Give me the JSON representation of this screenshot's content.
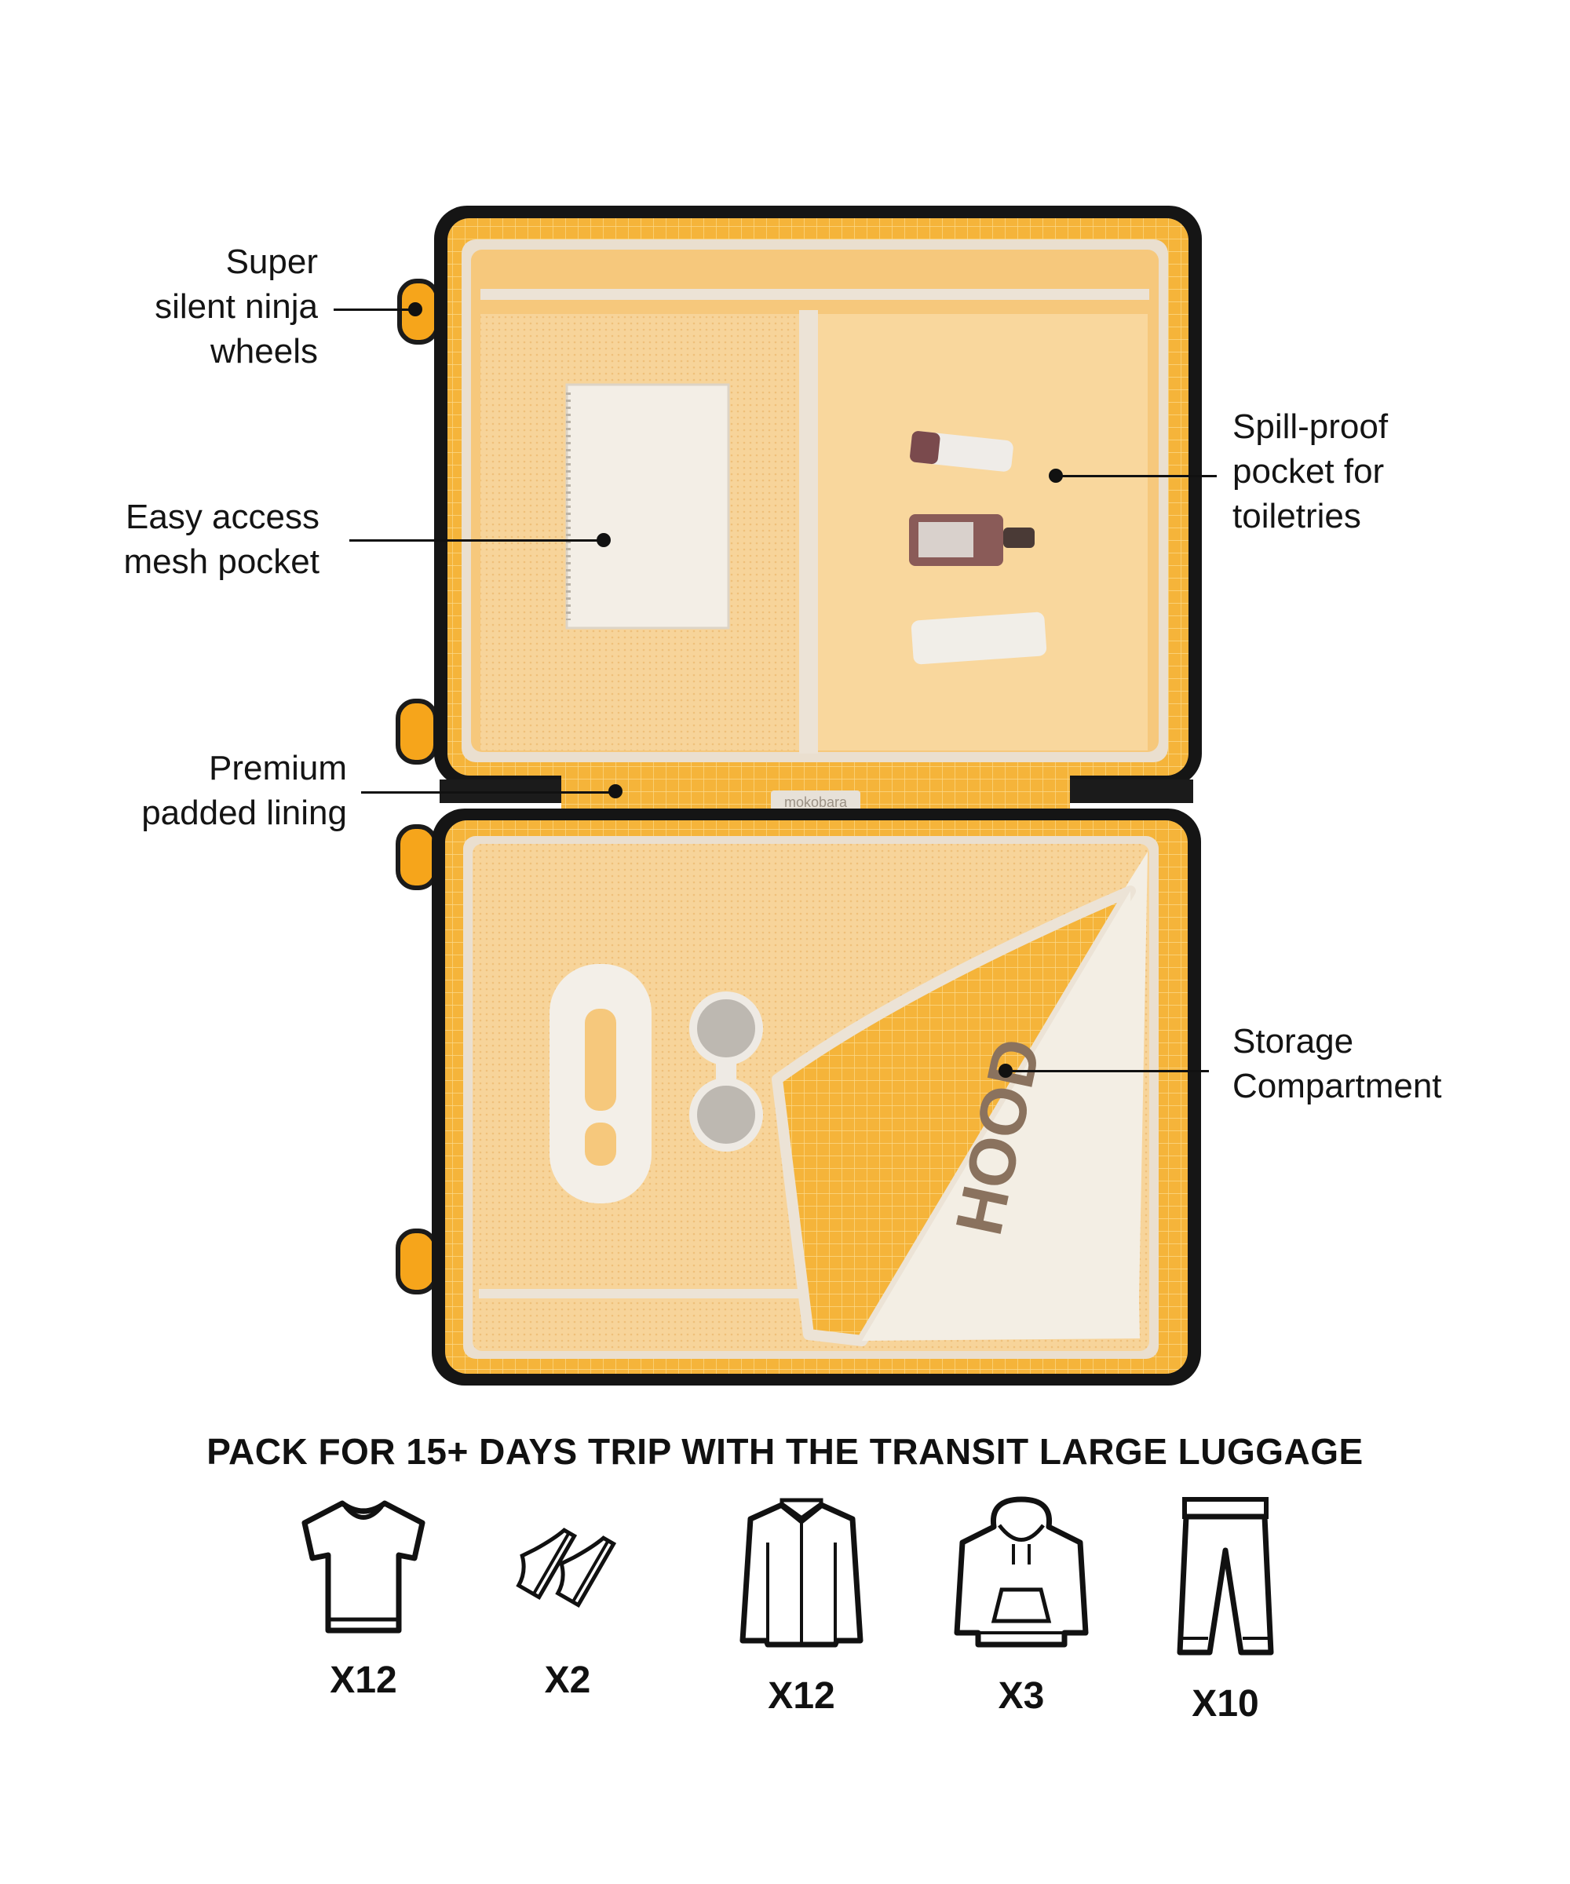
{
  "brand_tag": "mokobara",
  "callouts": {
    "wheels": [
      "Super",
      "silent ninja",
      "wheels"
    ],
    "mesh_pocket": [
      "Easy access",
      "mesh pocket"
    ],
    "lining": [
      "Premium",
      "padded lining"
    ],
    "spill_proof": [
      "Spill-proof",
      "pocket for",
      "toiletries"
    ],
    "storage": [
      "Storage",
      "Compartment"
    ]
  },
  "headline": "PACK FOR 15+ DAYS TRIP WITH THE TRANSIT LARGE LUGGAGE",
  "pack_items": [
    {
      "icon": "tshirt-icon",
      "count": "X12"
    },
    {
      "icon": "sneakers-icon",
      "count": "X2"
    },
    {
      "icon": "shirt-icon",
      "count": "X12"
    },
    {
      "icon": "hoodie-icon",
      "count": "X3"
    },
    {
      "icon": "trousers-icon",
      "count": "X10"
    }
  ],
  "colors": {
    "shell": "#151515",
    "lining": "#f5b43a",
    "panel": "#f8d9a6",
    "accent": "#f6a51b"
  }
}
